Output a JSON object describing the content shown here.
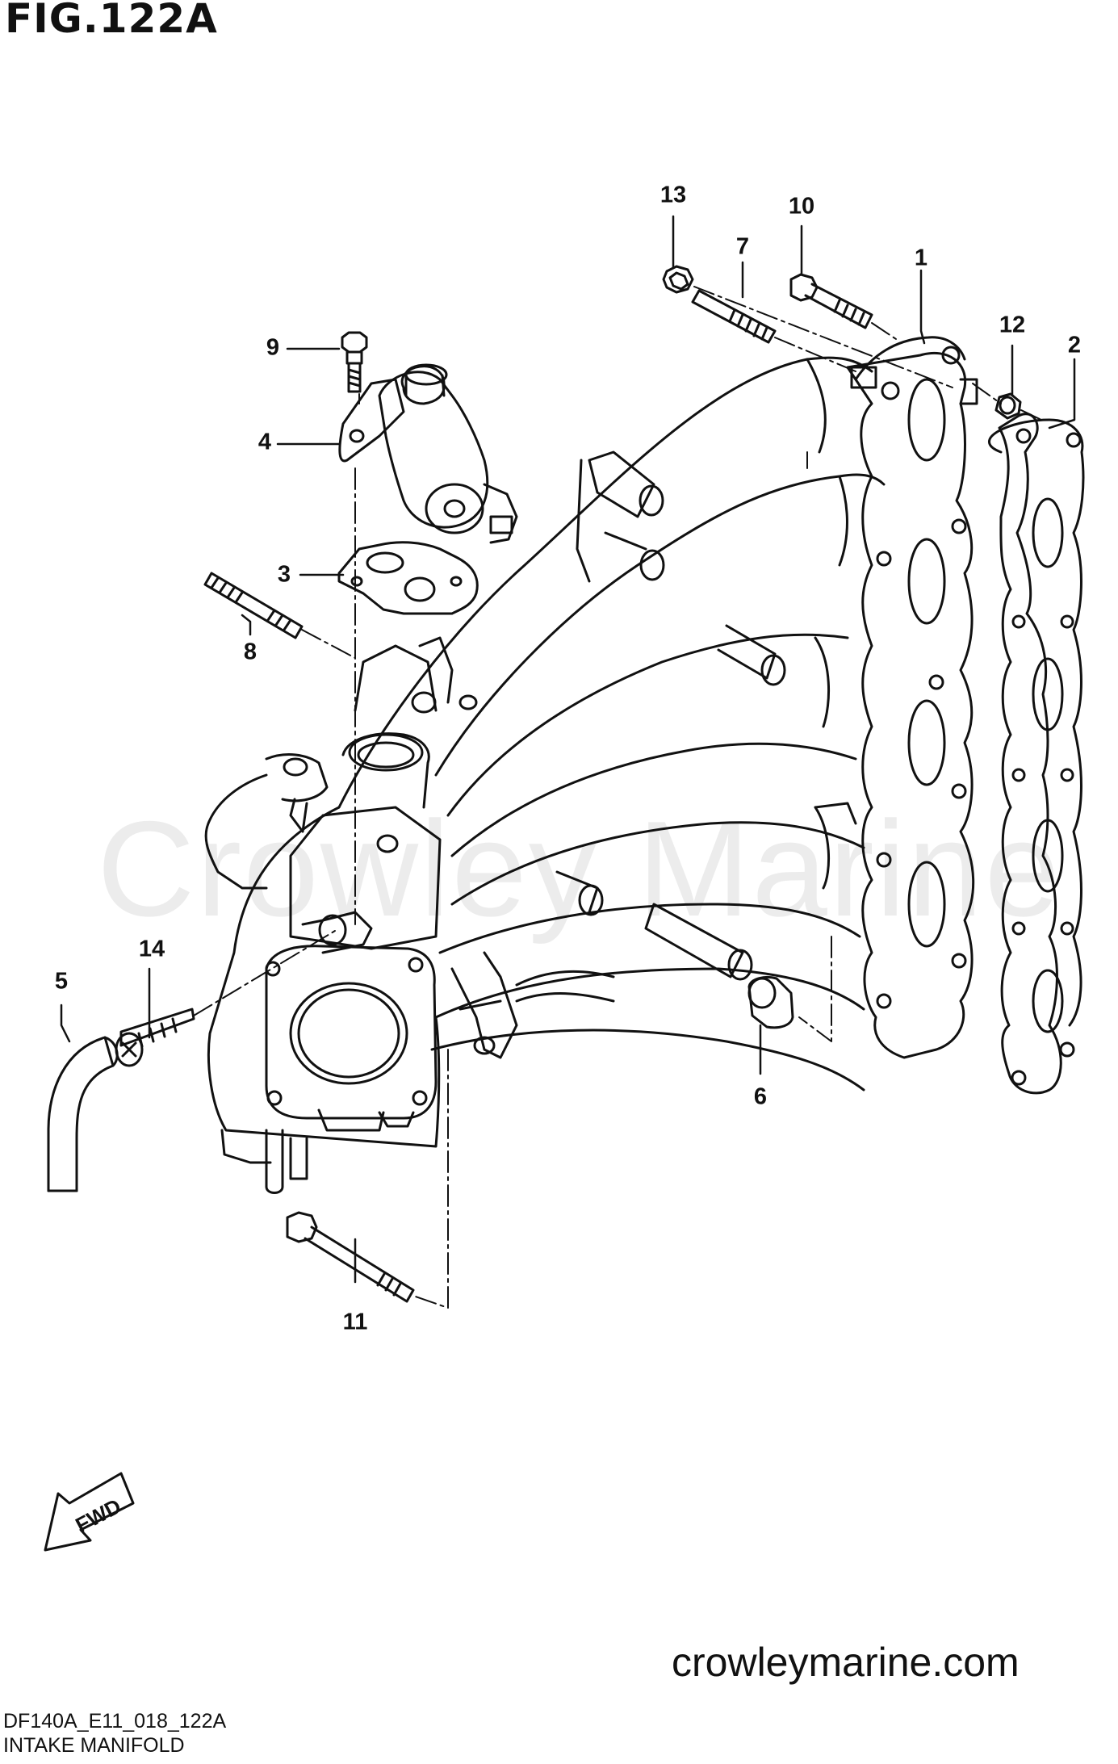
{
  "figure": {
    "title": "FIG.122A"
  },
  "callouts": [
    "13",
    "10",
    "7",
    "1",
    "12",
    "2",
    "9",
    "4",
    "3",
    "8",
    "14",
    "5",
    "6",
    "11"
  ],
  "fwd_label": "FWD",
  "watermark": "Crowley Marine",
  "footer": {
    "site": "crowleymarine.com",
    "code": "DF140A_E11_018_122A",
    "caption": "INTAKE MANIFOLD"
  }
}
